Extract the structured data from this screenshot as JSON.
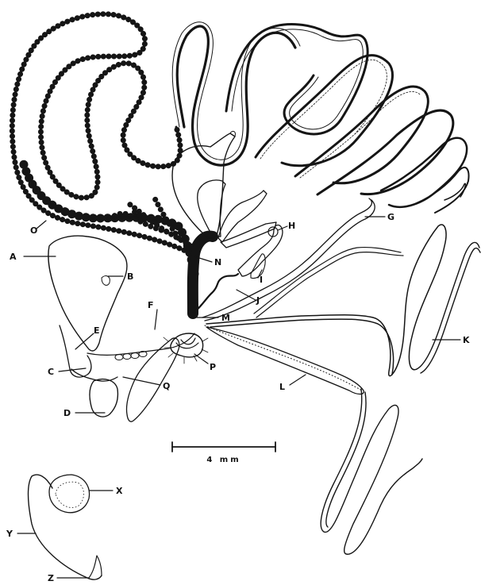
{
  "labels": {
    "A": "A",
    "B": "B",
    "C": "C",
    "D": "D",
    "E": "E",
    "F": "F",
    "G": "G",
    "H": "H",
    "I": "I",
    "J": "J",
    "K": "K",
    "L": "L",
    "M": "M",
    "N": "N",
    "O": "O",
    "P": "P",
    "Q": "Q",
    "X": "X",
    "Y": "Y",
    "Z": "Z"
  },
  "scale_bar": {
    "text": "4   mm"
  },
  "colors": {
    "ink": "#151515",
    "paper": "#ffffff",
    "shade": "#3a3a3a"
  }
}
